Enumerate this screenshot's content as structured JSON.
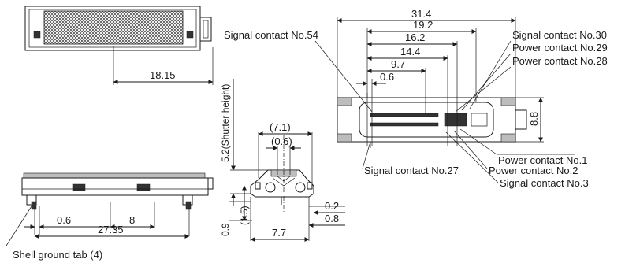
{
  "dimensions": {
    "top_view_width": "18.15",
    "front_view_pitch": "0.6",
    "front_view_8": "8",
    "front_view_width": "27.35",
    "side_shutter_height": "5.2(Shutter height)",
    "side_7_1": "(7.1)",
    "side_0_6": "(0.6)",
    "side_0_9": "0.9",
    "side_1_5": "(1.5)",
    "side_0_2": "0.2",
    "side_0_8": "0.8",
    "side_7_7": "7.7",
    "right_31_4": "31.4",
    "right_19_2": "19.2",
    "right_16_2": "16.2",
    "right_14_4": "14.4",
    "right_9_7": "9.7",
    "right_0_6": "0.6",
    "right_8_8": "8.8"
  },
  "callouts": {
    "signal_54": "Signal contact No.54",
    "signal_30": "Signal contact No.30",
    "power_29": "Power contact No.29",
    "power_28": "Power contact No.28",
    "power_1": "Power contact No.1",
    "signal_27": "Signal contact No.27",
    "power_2": "Power contact No.2",
    "signal_3": "Signal contact No.3",
    "shell_ground": "Shell ground tab (4)"
  },
  "colors": {
    "line": "#1a1a1a",
    "fill_dark": "#333333",
    "fill_grey": "#bdbdbd"
  }
}
